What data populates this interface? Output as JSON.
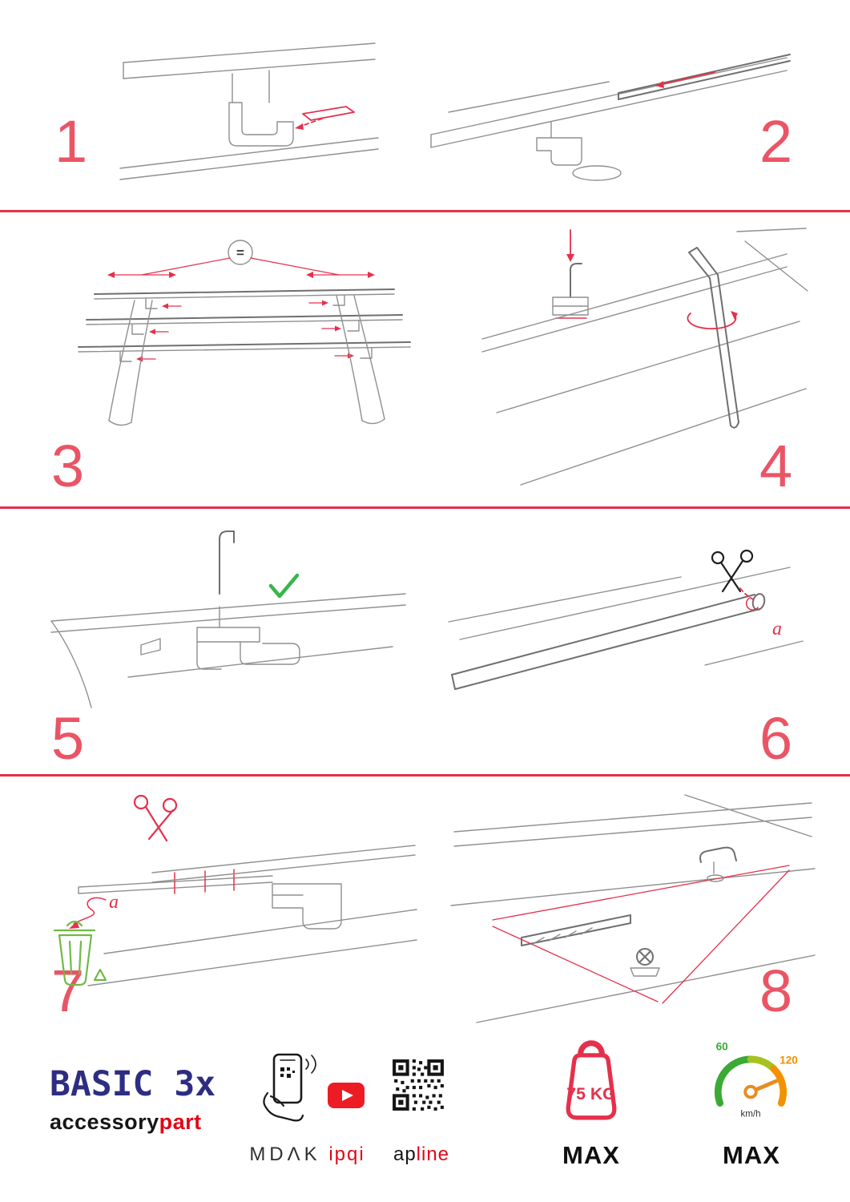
{
  "colors": {
    "accent_red": "#e5304c",
    "number_red": "#ea5565",
    "divider_red": "#e5304c",
    "brand_red": "#e30617",
    "brand_blue": "#2e2d83",
    "youtube_red": "#ed1c24",
    "check_green": "#39b54a",
    "recycle_green": "#71b944",
    "gauge_green": "#3aaa35",
    "gauge_mid": "#a6c21c",
    "gauge_orange": "#f39200",
    "needle_orange": "#e98b1e",
    "sketch_gray": "#8f8f8f"
  },
  "steps": [
    {
      "number": "1"
    },
    {
      "number": "2"
    },
    {
      "number": "3",
      "equal_sign": "="
    },
    {
      "number": "4"
    },
    {
      "number": "5",
      "checkmark": "✓"
    },
    {
      "number": "6",
      "cut_label": "a"
    },
    {
      "number": "7",
      "cut_label": "a"
    },
    {
      "number": "8"
    }
  ],
  "icons": {
    "equal-spacing-badge": "=",
    "check-icon": "green checkmark",
    "scissors-icon": "scissors cutting strip",
    "trash-recycle-icon": "trash can with recycle arrows",
    "phone-scan-icon": "hand holding phone scanning QR",
    "youtube-icon": "play button",
    "qr-code-icon": "QR code",
    "weight-icon": "max load weight",
    "speedometer-icon": "max speed gauge"
  },
  "footer": {
    "product_name": "BASIC 3x",
    "brand_black": "accessory",
    "brand_red": "part",
    "app_label": "MDΛK",
    "youtube_label": "ipqi",
    "qr_label_black": "ap",
    "qr_label_red": "line",
    "weight_limit": "75 KG",
    "weight_max": "MAX",
    "speed_low": "60",
    "speed_high": "120",
    "speed_unit": "km/h",
    "speed_max": "MAX"
  }
}
